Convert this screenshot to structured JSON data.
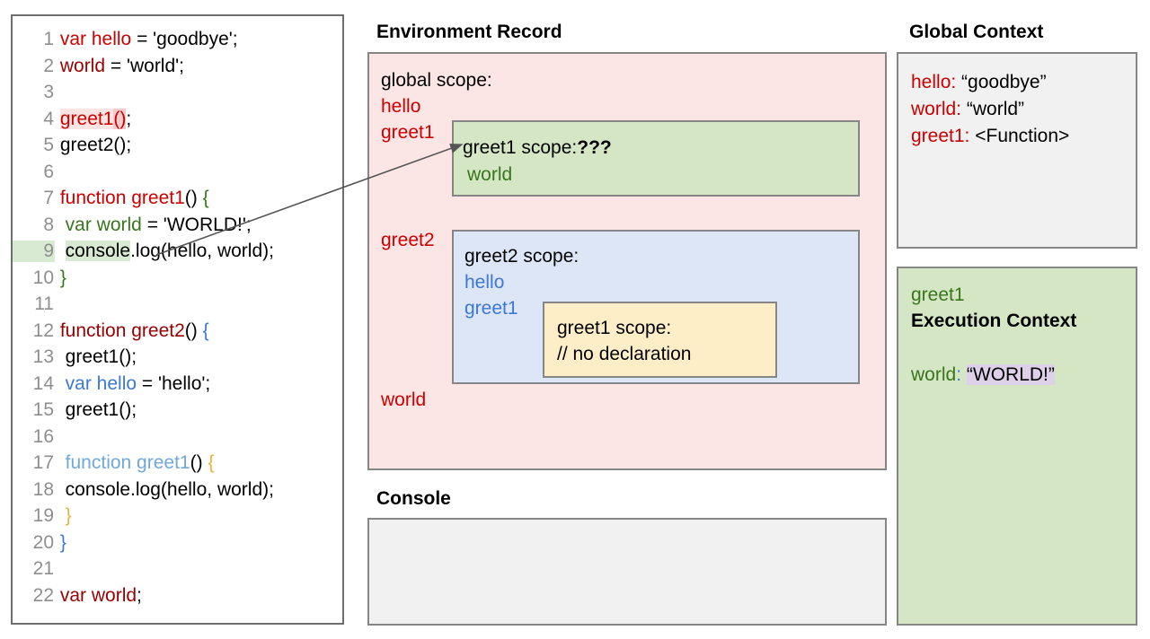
{
  "code_panel": {
    "lines": [
      {
        "num": "1",
        "segments": [
          {
            "t": " ",
            "c": "black"
          },
          {
            "t": "var hello",
            "c": "red"
          },
          {
            "t": " = 'goodbye';",
            "c": "black"
          }
        ]
      },
      {
        "num": "2",
        "segments": [
          {
            "t": " ",
            "c": "black"
          },
          {
            "t": "world",
            "c": "darkred"
          },
          {
            "t": " = 'world';",
            "c": "black"
          }
        ]
      },
      {
        "num": "3",
        "segments": []
      },
      {
        "num": "4",
        "segments": [
          {
            "t": " ",
            "c": "black"
          },
          {
            "t": "greet1",
            "c": "red",
            "hl": "pink-light"
          },
          {
            "t": "()",
            "c": "red",
            "hl": "pink"
          },
          {
            "t": ";",
            "c": "black"
          }
        ]
      },
      {
        "num": "5",
        "segments": [
          {
            "t": " greet2();",
            "c": "black"
          }
        ]
      },
      {
        "num": "6",
        "segments": []
      },
      {
        "num": "7",
        "segments": [
          {
            "t": " ",
            "c": "black"
          },
          {
            "t": "function greet1",
            "c": "red"
          },
          {
            "t": "()",
            "c": "black"
          },
          {
            "t": " {",
            "c": "green"
          }
        ]
      },
      {
        "num": "8",
        "segments": [
          {
            "t": "  ",
            "c": "black"
          },
          {
            "t": "var world",
            "c": "green"
          },
          {
            "t": " = 'WORLD!';",
            "c": "black"
          }
        ]
      },
      {
        "num": "9",
        "segments": [
          {
            "t": "  ",
            "c": "black"
          },
          {
            "t": "console",
            "c": "black",
            "hl": "green"
          },
          {
            "t": ".log(hello, world);",
            "c": "black"
          }
        ],
        "line_hl": "green"
      },
      {
        "num": "10",
        "segments": [
          {
            "t": " ",
            "c": "black"
          },
          {
            "t": "}",
            "c": "green"
          }
        ]
      },
      {
        "num": "11",
        "segments": []
      },
      {
        "num": "12",
        "segments": [
          {
            "t": " ",
            "c": "black"
          },
          {
            "t": "function greet2",
            "c": "darkred"
          },
          {
            "t": "()",
            "c": "black"
          },
          {
            "t": " {",
            "c": "blue"
          }
        ]
      },
      {
        "num": "13",
        "segments": [
          {
            "t": "  greet1();",
            "c": "black"
          }
        ]
      },
      {
        "num": "14",
        "segments": [
          {
            "t": "  ",
            "c": "black"
          },
          {
            "t": "var hello",
            "c": "blue"
          },
          {
            "t": " = 'hello';",
            "c": "black"
          }
        ]
      },
      {
        "num": "15",
        "segments": [
          {
            "t": "  greet1();",
            "c": "black"
          }
        ]
      },
      {
        "num": "16",
        "segments": []
      },
      {
        "num": "17",
        "segments": [
          {
            "t": "  ",
            "c": "black"
          },
          {
            "t": "function greet1",
            "c": "lblue"
          },
          {
            "t": "()",
            "c": "black"
          },
          {
            "t": " {",
            "c": "gold"
          }
        ]
      },
      {
        "num": "18",
        "segments": [
          {
            "t": "  console.log(hello, world);",
            "c": "black"
          }
        ]
      },
      {
        "num": "19",
        "segments": [
          {
            "t": "  ",
            "c": "black"
          },
          {
            "t": "}",
            "c": "gold"
          }
        ]
      },
      {
        "num": "20",
        "segments": [
          {
            "t": " ",
            "c": "black"
          },
          {
            "t": "}",
            "c": "blue"
          }
        ]
      },
      {
        "num": "21",
        "segments": []
      },
      {
        "num": "22",
        "segments": [
          {
            "t": " ",
            "c": "black"
          },
          {
            "t": "var world",
            "c": "darkred"
          },
          {
            "t": ";",
            "c": "black"
          }
        ]
      }
    ]
  },
  "environment_record": {
    "title": "Environment Record",
    "global_scope_label": "global scope:",
    "global_bindings": [
      {
        "name": "hello"
      },
      {
        "name": "greet1"
      },
      {
        "name": "greet2"
      },
      {
        "name": "world"
      }
    ],
    "greet1_scope": {
      "title_prefix": "greet1 scope:",
      "title_marker": "???",
      "bindings": [
        "world"
      ]
    },
    "greet2_scope": {
      "title": "greet2 scope:",
      "bindings": [
        "hello",
        "greet1"
      ],
      "inner_greet1_scope": {
        "title": "greet1 scope:",
        "note": "// no declaration"
      }
    }
  },
  "console": {
    "title": "Console",
    "output": ""
  },
  "global_context": {
    "title": "Global Context",
    "rows": [
      {
        "key": "hello:",
        "value": " “goodbye”"
      },
      {
        "key": "world:",
        "value": " “world”"
      },
      {
        "key": "greet1:",
        "value": " <Function>"
      }
    ]
  },
  "execution_context": {
    "function_name": "greet1",
    "heading": "Execution Context",
    "variable": {
      "key": "world",
      "colon": ":",
      "value": "“WORLD!”"
    }
  },
  "annotation_arrow": {
    "from_label": "console.log line 9",
    "to_label": "greet1 scope box"
  },
  "colors": {
    "env_record_bg": "#fce5e5",
    "greet1_scope_bg": "#d4e6c3",
    "greet2_scope_bg": "#dce6f6",
    "inner_scope_bg": "#fdeec8",
    "global_context_bg": "#f1f1f1",
    "exec_context_bg": "#d4e6c3",
    "value_highlight": "#ddd0e8",
    "border": "#868686",
    "red": "#cc0000",
    "green": "#38761d",
    "blue": "#3c78d8"
  }
}
